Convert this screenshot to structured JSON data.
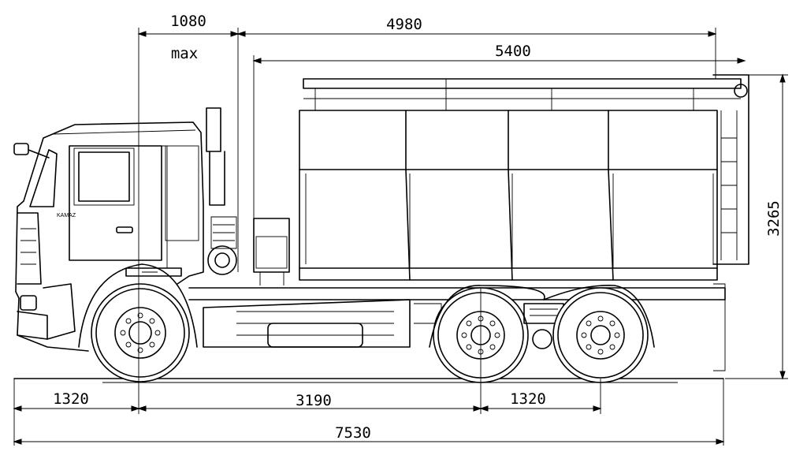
{
  "dimensions": {
    "front_overhang": "1320",
    "wheelbase_front": "3190",
    "rear_axle_spacing": "1320",
    "overall_length": "7530",
    "cab_gap": "1080",
    "cab_gap_note": "max",
    "body_length_top": "4980",
    "body_length": "5400",
    "overall_height": "3265"
  },
  "cab_badge": "KAMAZ"
}
